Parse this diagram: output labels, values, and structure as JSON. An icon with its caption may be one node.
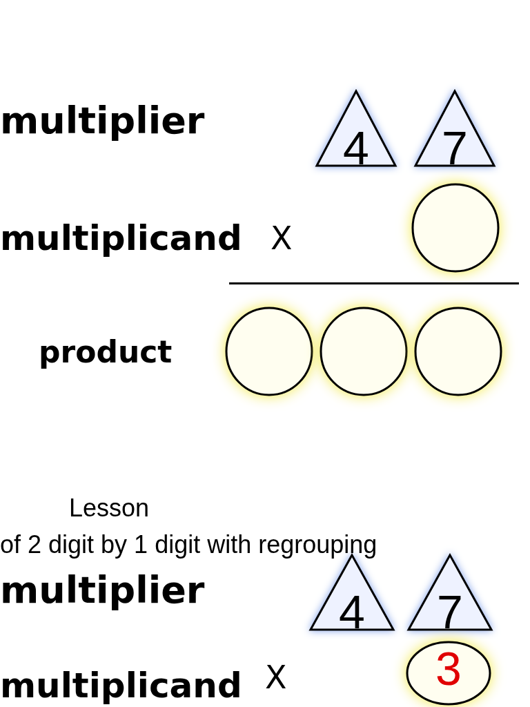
{
  "diagram": {
    "nodes": [
      {
        "text": [
          "4"
        ]
      },
      {
        "text": [
          "7"
        ]
      },
      {
        "text": [],
        "shape": "circle"
      },
      {
        "text": [],
        "shape": "circle"
      },
      {
        "text": [],
        "shape": "circle"
      },
      {
        "text": [],
        "shape": "circle"
      },
      {
        "text": [
          "4"
        ]
      },
      {
        "text": [
          "7"
        ]
      },
      {
        "text": [
          "3"
        ]
      }
    ],
    "labels": [
      "multiplier",
      "multiplicand",
      "X",
      "product",
      "Lesson",
      "of 2 digit by 1 digit with regrouping",
      "multiplier",
      "multiplicand",
      "X"
    ]
  }
}
